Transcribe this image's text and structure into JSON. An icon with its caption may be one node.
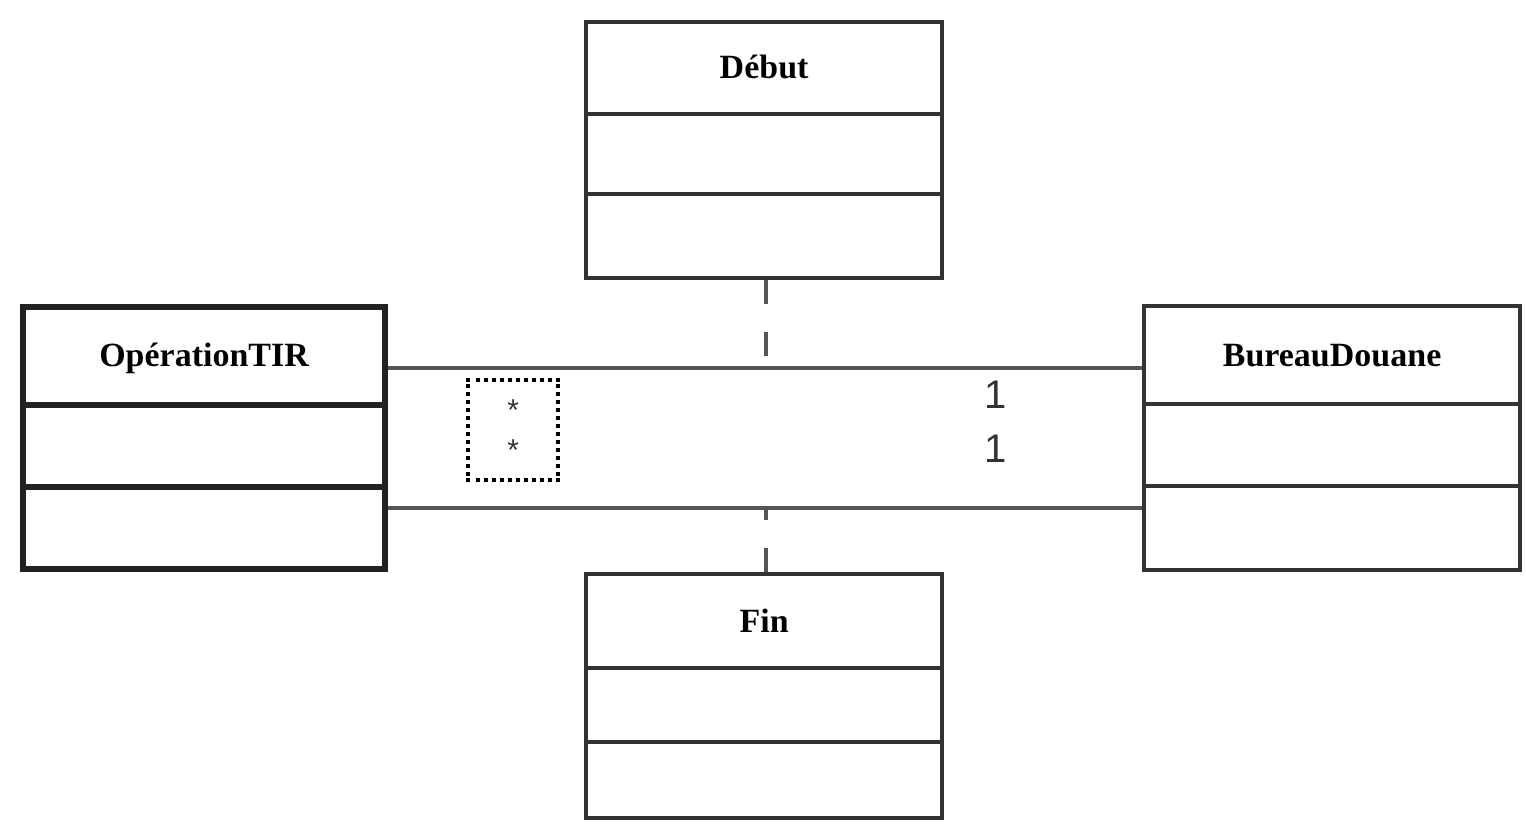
{
  "diagram": {
    "nodes": [
      {
        "text": [
          "Début"
        ]
      },
      {
        "text": [
          "OpérationTIR"
        ]
      },
      {
        "text": [
          "BureauDouane"
        ]
      },
      {
        "text": [
          "Fin"
        ]
      },
      {
        "text": [
          "*",
          "*"
        ]
      }
    ],
    "edges": [
      {
        "from": 1,
        "to": 2,
        "arrow": "none"
      },
      {
        "from": 1,
        "to": 2,
        "arrow": "none"
      },
      {
        "from": 0,
        "to": null,
        "arrow": "none",
        "style": "dashed"
      },
      {
        "from": 3,
        "to": null,
        "arrow": "none",
        "style": "dashed"
      }
    ],
    "labels": [
      "1",
      "1"
    ]
  }
}
